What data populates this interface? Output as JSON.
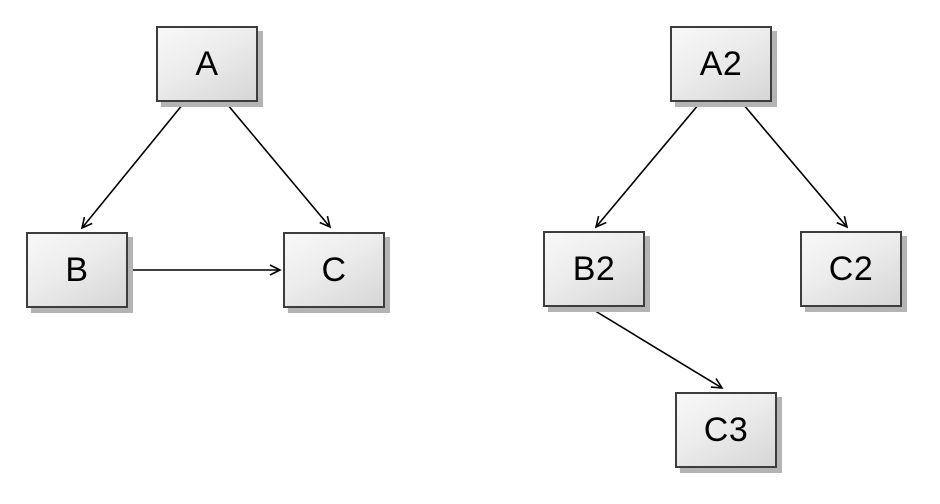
{
  "colors": {
    "background": "#ffffff",
    "node_border": "#3d3d3d",
    "node_fill_light": "#f8f8f8",
    "node_fill_dark": "#d6d6d6",
    "node_shadow": "#b4b4b4",
    "arrow": "#000000"
  },
  "diagrams": [
    {
      "name": "left-triangle-graph",
      "nodes": [
        {
          "id": "A",
          "label": "A"
        },
        {
          "id": "B",
          "label": "B"
        },
        {
          "id": "C",
          "label": "C"
        }
      ],
      "edges": [
        {
          "from": "A",
          "to": "B"
        },
        {
          "from": "A",
          "to": "C"
        },
        {
          "from": "B",
          "to": "C"
        }
      ]
    },
    {
      "name": "right-tree-graph",
      "nodes": [
        {
          "id": "A2",
          "label": "A2"
        },
        {
          "id": "B2",
          "label": "B2"
        },
        {
          "id": "C2",
          "label": "C2"
        },
        {
          "id": "C3",
          "label": "C3"
        }
      ],
      "edges": [
        {
          "from": "A2",
          "to": "B2"
        },
        {
          "from": "A2",
          "to": "C2"
        },
        {
          "from": "B2",
          "to": "C3"
        }
      ]
    }
  ]
}
